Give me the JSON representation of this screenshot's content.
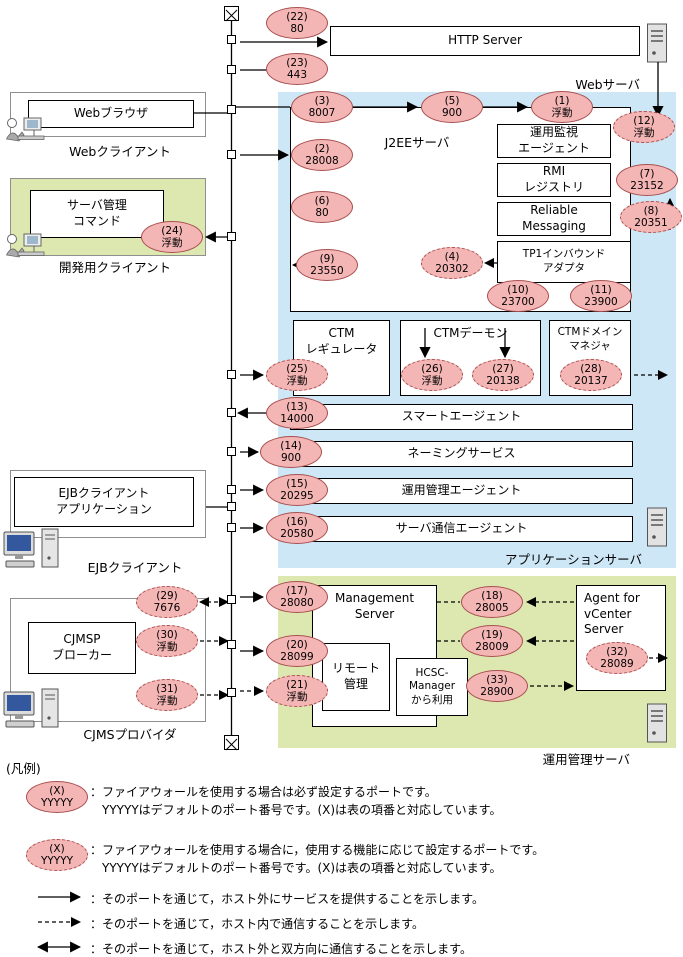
{
  "regions": {
    "web_server_label": "Webサーバ",
    "app_server_label": "アプリケーションサーバ",
    "mgmt_server_label": "運用管理サーバ"
  },
  "boxes": {
    "http_server": "HTTP Server",
    "j2ee_server": "J2EEサーバ",
    "monitor_agent": "運用監視\nエージェント",
    "rmi_registry": "RMI\nレジストリ",
    "reliable_messaging": "Reliable\nMessaging",
    "tp1_inbound": "TP1インバウンド\nアダプタ",
    "ctm_regulator": "CTM\nレギュレータ",
    "ctm_daemon": "CTMデーモン",
    "ctm_domain_manager": "CTMドメイン\nマネジャ",
    "smart_agent": "スマートエージェント",
    "naming_service": "ネーミングサービス",
    "mgmt_agent": "運用管理エージェント",
    "server_comm_agent": "サーバ通信エージェント",
    "management_server": "Management\nServer",
    "remote_mgmt": "リモート\n管理",
    "hcsc_manager": "HCSC-\nManager\nから利用",
    "agent_vcenter": "Agent for\nvCenter\nServer",
    "web_browser": "Webブラウザ",
    "server_mgmt_cmd": "サーバ管理\nコマンド",
    "ejb_client_app": "EJBクライアント\nアプリケーション",
    "cjmsp_broker": "CJMSP\nブローカー"
  },
  "client_labels": {
    "web_client": "Webクライアント",
    "dev_client": "開発用クライアント",
    "ejb_client": "EJBクライアント",
    "cjms_provider": "CJMSプロバイダ"
  },
  "ports": [
    {
      "id": "22",
      "num": "(22)",
      "value": "80",
      "style": "solid"
    },
    {
      "id": "23",
      "num": "(23)",
      "value": "443",
      "style": "solid"
    },
    {
      "id": "3",
      "num": "(3)",
      "value": "8007",
      "style": "solid"
    },
    {
      "id": "5",
      "num": "(5)",
      "value": "900",
      "style": "solid"
    },
    {
      "id": "1",
      "num": "(1)",
      "value": "浮動",
      "style": "solid"
    },
    {
      "id": "12",
      "num": "(12)",
      "value": "浮動",
      "style": "dashed"
    },
    {
      "id": "2",
      "num": "(2)",
      "value": "28008",
      "style": "solid"
    },
    {
      "id": "7",
      "num": "(7)",
      "value": "23152",
      "style": "solid"
    },
    {
      "id": "6",
      "num": "(6)",
      "value": "80",
      "style": "solid"
    },
    {
      "id": "8",
      "num": "(8)",
      "value": "20351",
      "style": "dashed"
    },
    {
      "id": "24",
      "num": "(24)",
      "value": "浮動",
      "style": "solid"
    },
    {
      "id": "9",
      "num": "(9)",
      "value": "23550",
      "style": "solid"
    },
    {
      "id": "4",
      "num": "(4)",
      "value": "20302",
      "style": "dashed"
    },
    {
      "id": "10",
      "num": "(10)",
      "value": "23700",
      "style": "solid"
    },
    {
      "id": "11",
      "num": "(11)",
      "value": "23900",
      "style": "solid"
    },
    {
      "id": "25",
      "num": "(25)",
      "value": "浮動",
      "style": "dashed"
    },
    {
      "id": "26",
      "num": "(26)",
      "value": "浮動",
      "style": "dashed"
    },
    {
      "id": "27",
      "num": "(27)",
      "value": "20138",
      "style": "dashed"
    },
    {
      "id": "28",
      "num": "(28)",
      "value": "20137",
      "style": "dashed"
    },
    {
      "id": "13",
      "num": "(13)",
      "value": "14000",
      "style": "solid"
    },
    {
      "id": "14",
      "num": "(14)",
      "value": "900",
      "style": "solid"
    },
    {
      "id": "15",
      "num": "(15)",
      "value": "20295",
      "style": "solid"
    },
    {
      "id": "16",
      "num": "(16)",
      "value": "20580",
      "style": "solid"
    },
    {
      "id": "17",
      "num": "(17)",
      "value": "28080",
      "style": "solid"
    },
    {
      "id": "29",
      "num": "(29)",
      "value": "7676",
      "style": "dashed"
    },
    {
      "id": "18",
      "num": "(18)",
      "value": "28005",
      "style": "solid"
    },
    {
      "id": "30",
      "num": "(30)",
      "value": "浮動",
      "style": "dashed"
    },
    {
      "id": "20",
      "num": "(20)",
      "value": "28099",
      "style": "solid"
    },
    {
      "id": "19",
      "num": "(19)",
      "value": "28009",
      "style": "solid"
    },
    {
      "id": "31",
      "num": "(31)",
      "value": "浮動",
      "style": "dashed"
    },
    {
      "id": "21",
      "num": "(21)",
      "value": "浮動",
      "style": "dashed"
    },
    {
      "id": "32",
      "num": "(32)",
      "value": "28089",
      "style": "dashed"
    },
    {
      "id": "33",
      "num": "(33)",
      "value": "28900",
      "style": "solid"
    }
  ],
  "legend": {
    "heading": "(凡例)",
    "solid_port_num": "(X)",
    "solid_port_value": "YYYYY",
    "solid_port_desc": "：ファイアウォールを使用する場合は必ず設定するポートです。\n　YYYYYはデフォルトのポート番号です。(X)は表の項番と対応しています。",
    "dashed_port_num": "(X)",
    "dashed_port_value": "YYYYY",
    "dashed_port_desc": "：ファイアウォールを使用する場合に，使用する機能に応じて設定するポートです。\n　YYYYYはデフォルトのポート番号です。(X)は表の項番と対応しています。",
    "solid_arrow_desc": "：そのポートを通じて，ホスト外にサービスを提供することを示します。",
    "dashed_arrow_desc": "：そのポートを通じて，ホスト内で通信することを示します。",
    "bidir_arrow_desc": "：そのポートを通じて，ホスト外と双方向に通信することを示します。"
  },
  "colors": {
    "port_fill": "#f4b5b5",
    "port_border": "#a85050",
    "app_server_region": "#cde7f6",
    "mgmt_server_region": "#dde8b0"
  }
}
